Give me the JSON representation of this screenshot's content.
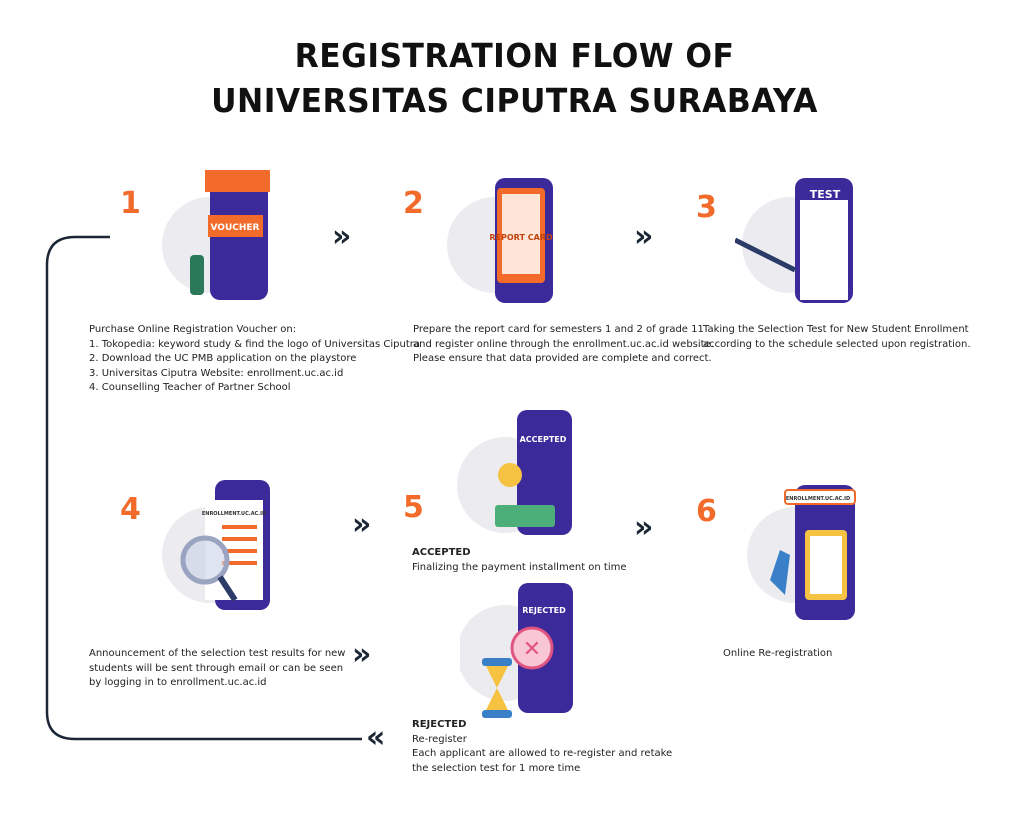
{
  "title": {
    "line1": "REGISTRATION FLOW OF",
    "line2": "UNIVERSITAS CIPUTRA SURABAYA"
  },
  "colors": {
    "accent": "#f26b2b",
    "navy": "#1b2735",
    "phone": "#3b2a9a"
  },
  "steps": [
    {
      "number": "1",
      "illustration_text": "VOUCHER",
      "lines": [
        "Purchase Online Registration Voucher on:",
        "1. Tokopedia: keyword study & find the logo of Universitas Ciputra",
        "2. Download the UC PMB application on the playstore",
        "3. Universitas Ciputra Website: enrollment.uc.ac.id",
        "4. Counselling Teacher of Partner School"
      ]
    },
    {
      "number": "2",
      "illustration_text": "REPORT CARD",
      "lines": [
        "Prepare the report card for semesters 1 and 2 of grade 11",
        "and register online through the enrollment.uc.ac.id website.",
        "Please ensure that data provided are complete and correct."
      ]
    },
    {
      "number": "3",
      "illustration_text": "TEST",
      "lines": [
        "Taking the Selection Test for New Student Enrollment",
        "according to the schedule selected upon registration."
      ]
    },
    {
      "number": "4",
      "illustration_text": "ENROLLMENT.UC.AC.ID",
      "lines": [
        "Announcement of the selection test results for new",
        "students will be sent through email or can be seen",
        "by logging in to enrollment.uc.ac.id"
      ]
    },
    {
      "number": "5",
      "accepted": {
        "illustration_text": "ACCEPTED",
        "heading": "ACCEPTED",
        "lines": [
          "Finalizing the payment installment on time"
        ]
      },
      "rejected": {
        "illustration_text": "REJECTED",
        "heading": "REJECTED",
        "lines": [
          "Re-register",
          "Each applicant are allowed to re-register and retake",
          "the selection test for 1 more time"
        ]
      }
    },
    {
      "number": "6",
      "illustration_text": "ENROLLMENT.UC.AC.ID",
      "lines": [
        "Online Re-registration"
      ]
    }
  ],
  "arrows": {
    "forward": "»",
    "back": "«"
  }
}
